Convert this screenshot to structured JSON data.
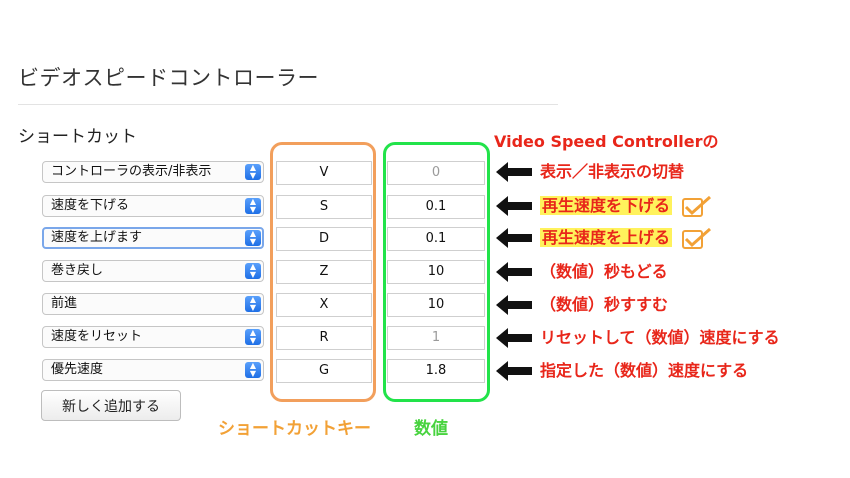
{
  "page": {
    "title": "ビデオスピードコントローラー",
    "section_title": "ショートカット"
  },
  "shortcuts": [
    {
      "action": "コントローラの表示/非表示",
      "key": "V",
      "value": "0",
      "value_muted": true
    },
    {
      "action": "速度を下げる",
      "key": "S",
      "value": "0.1",
      "value_muted": false
    },
    {
      "action": "速度を上げます",
      "key": "D",
      "value": "0.1",
      "value_muted": false
    },
    {
      "action": "巻き戻し",
      "key": "Z",
      "value": "10",
      "value_muted": false
    },
    {
      "action": "前進",
      "key": "X",
      "value": "10",
      "value_muted": false
    },
    {
      "action": "速度をリセット",
      "key": "R",
      "value": "1",
      "value_muted": true
    },
    {
      "action": "優先速度",
      "key": "G",
      "value": "1.8",
      "value_muted": false
    }
  ],
  "add_button_label": "新しく追加する",
  "callouts": {
    "keys_label": "ショートカットキー",
    "values_label": "数値",
    "header": "Video Speed Controllerの",
    "notes": [
      "表示／非表示の切替",
      "再生速度を下げる",
      "再生速度を上げる",
      "（数値）秒もどる",
      "（数値）秒すすむ",
      "リセットして（数値）速度にする",
      "指定した（数値）速度にする"
    ]
  },
  "colors": {
    "key_box": "#f29f5c",
    "value_box": "#22e34a",
    "annotation_red": "#e8261a",
    "highlight": "#fff25c",
    "select_arrow": "#1f6fe6"
  }
}
